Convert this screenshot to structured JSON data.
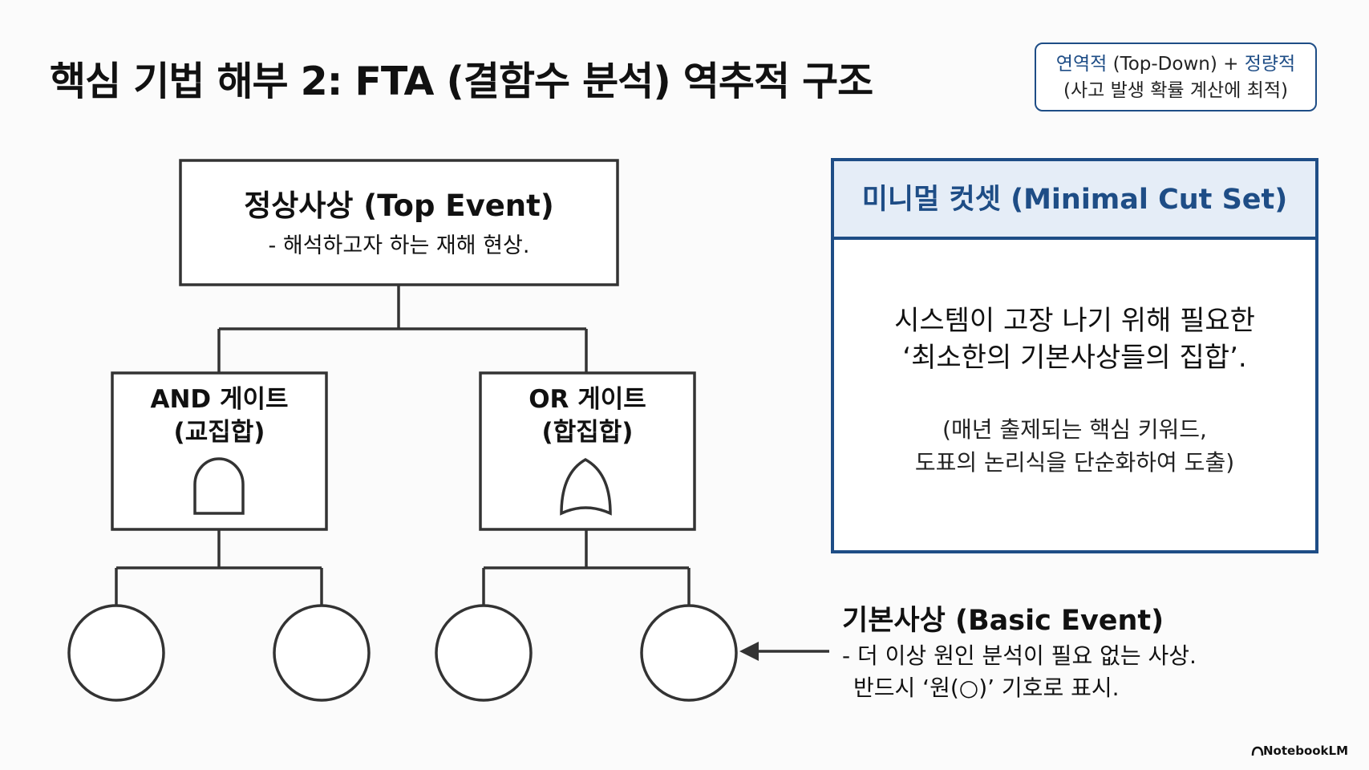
{
  "title": "핵심 기법 해부 2: FTA (결함수 분석) 역추적 구조",
  "badge": {
    "line1_accent_a": "연역적",
    "line1_plain": " (Top-Down) + ",
    "line1_accent_b": "정량적",
    "line2": "(사고 발생 확률 계산에 최적)"
  },
  "top_event": {
    "title": "정상사상 (Top Event)",
    "desc": "- 해석하고자 하는 재해 현상."
  },
  "and_gate": {
    "line1": "AND 게이트",
    "line2": "(교집합)"
  },
  "or_gate": {
    "line1": "OR 게이트",
    "line2": "(합집합)"
  },
  "minimal_cut_set": {
    "header": "미니멀 컷셋 (Minimal Cut Set)",
    "main_line1": "시스템이 고장 나기 위해 필요한",
    "main_line2": "‘최소한의 기본사상들의 집합’.",
    "note_line1": "(매년 출제되는 핵심 키워드,",
    "note_line2": "도표의 논리식을 단순화하여 도출)"
  },
  "basic_event": {
    "title": "기본사상 (Basic Event)",
    "desc_line1": "- 더 이상 원인 분석이 필요 없는 사상.",
    "desc_line2": "반드시 ‘원(○)’ 기호로 표시."
  },
  "brand": "NotebookLM",
  "colors": {
    "accent": "#1e4d86",
    "header_fill": "#e5edf7",
    "line": "#333333"
  }
}
